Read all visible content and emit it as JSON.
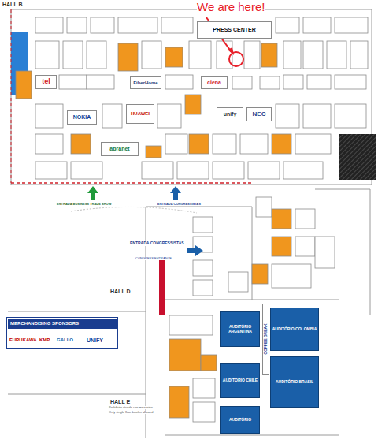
{
  "diagram": {
    "nodes": [
      {
        "text": [
          "PRESS CENTER"
        ]
      },
      {
        "text": [
          "tel"
        ]
      },
      {
        "text": [
          "FiberHome"
        ]
      },
      {
        "text": [
          "ciena"
        ]
      },
      {
        "text": [
          "HUAWEI"
        ]
      },
      {
        "text": [
          "NOKIA"
        ]
      },
      {
        "text": [
          "unify"
        ]
      },
      {
        "text": [
          "NEC"
        ]
      },
      {
        "text": [
          "abranet"
        ]
      },
      {
        "text": [
          "AUDITÓRIO ARGENTINA"
        ]
      },
      {
        "text": [
          "AUDITÓRIO COLOMBIA"
        ]
      },
      {
        "text": [
          "AUDITÓRIO CHILE"
        ]
      },
      {
        "text": [
          "AUDITÓRIO BRASIL"
        ]
      },
      {
        "text": [
          "AUDITÓRIO"
        ]
      },
      {
        "text": [
          "MERCHANDISING SPONSORS"
        ]
      },
      {
        "text": [
          "COFFEE BREAK"
        ]
      }
    ],
    "labels": [
      "HALL B",
      "We are here!",
      "HALL D",
      "HALL E",
      "ENTRADA BUSINESS TRADE SHOW",
      "ENTRADA CONGRESSISTAS",
      "ENTRADA CONGRESSISTAS",
      "CONGRESS ENTRANCE",
      "FURUKAWA",
      "KMP",
      "GALLO",
      "UNIFY",
      "Prohibido stands con mezanino",
      "Only single floor booths allowed"
    ]
  }
}
